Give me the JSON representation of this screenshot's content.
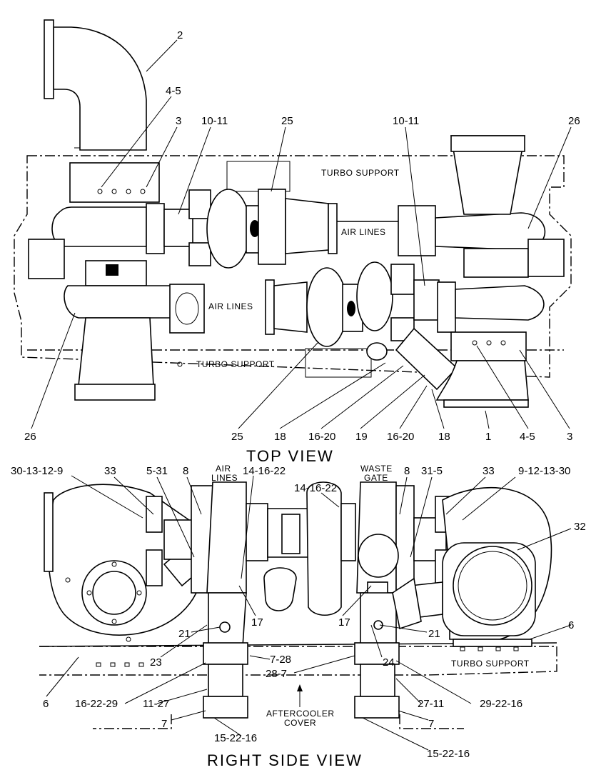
{
  "views": {
    "top": {
      "title": "TOP VIEW",
      "labels": {
        "turbo_support_upper": "TURBO SUPPORT",
        "turbo_support_lower": "TURBO SUPPORT",
        "air_lines_right": "AIR LINES",
        "air_lines_left": "AIR LINES"
      }
    },
    "side": {
      "title": "RIGHT SIDE VIEW",
      "labels": {
        "air_lines": [
          "AIR",
          "LINES"
        ],
        "waste_gate": [
          "WASTE",
          "GATE"
        ],
        "turbo_support": "TURBO SUPPORT",
        "aftercooler_cover": [
          "AFTERCOOLER",
          "COVER"
        ]
      }
    }
  },
  "callouts_top": [
    {
      "id": "t2",
      "text": "2"
    },
    {
      "id": "t45a",
      "text": "4-5"
    },
    {
      "id": "t3a",
      "text": "3"
    },
    {
      "id": "t1011a",
      "text": "10-11"
    },
    {
      "id": "t25a",
      "text": "25"
    },
    {
      "id": "t1011b",
      "text": "10-11"
    },
    {
      "id": "t26a",
      "text": "26"
    },
    {
      "id": "t26b",
      "text": "26"
    },
    {
      "id": "t25b",
      "text": "25"
    },
    {
      "id": "t18a",
      "text": "18"
    },
    {
      "id": "t1620a",
      "text": "16-20"
    },
    {
      "id": "t19",
      "text": "19"
    },
    {
      "id": "t1620b",
      "text": "16-20"
    },
    {
      "id": "t18b",
      "text": "18"
    },
    {
      "id": "t1",
      "text": "1"
    },
    {
      "id": "t45b",
      "text": "4-5"
    },
    {
      "id": "t3b",
      "text": "3"
    }
  ],
  "callouts_side": [
    {
      "id": "s3013129",
      "text": "30-13-12-9"
    },
    {
      "id": "s33a",
      "text": "33"
    },
    {
      "id": "s531",
      "text": "5-31"
    },
    {
      "id": "s8a",
      "text": "8"
    },
    {
      "id": "s141622a",
      "text": "14-16-22"
    },
    {
      "id": "s141622b",
      "text": "14-16-22"
    },
    {
      "id": "s8b",
      "text": "8"
    },
    {
      "id": "s315",
      "text": "31-5"
    },
    {
      "id": "s33b",
      "text": "33"
    },
    {
      "id": "s9121330",
      "text": "9-12-13-30"
    },
    {
      "id": "s32",
      "text": "32"
    },
    {
      "id": "s17a",
      "text": "17"
    },
    {
      "id": "s17b",
      "text": "17"
    },
    {
      "id": "s21a",
      "text": "21"
    },
    {
      "id": "s21b",
      "text": "21"
    },
    {
      "id": "s6a",
      "text": "6"
    },
    {
      "id": "s23",
      "text": "23"
    },
    {
      "id": "s24",
      "text": "24"
    },
    {
      "id": "s728",
      "text": "7-28"
    },
    {
      "id": "s287",
      "text": "28-7"
    },
    {
      "id": "s6b",
      "text": "6"
    },
    {
      "id": "s162229",
      "text": "16-22-29"
    },
    {
      "id": "s1127",
      "text": "11-27"
    },
    {
      "id": "s2711",
      "text": "27-11"
    },
    {
      "id": "s292216",
      "text": "29-22-16"
    },
    {
      "id": "s7a",
      "text": "7"
    },
    {
      "id": "s7b",
      "text": "7"
    },
    {
      "id": "s152216a",
      "text": "15-22-16"
    },
    {
      "id": "s152216b",
      "text": "15-22-16"
    }
  ]
}
